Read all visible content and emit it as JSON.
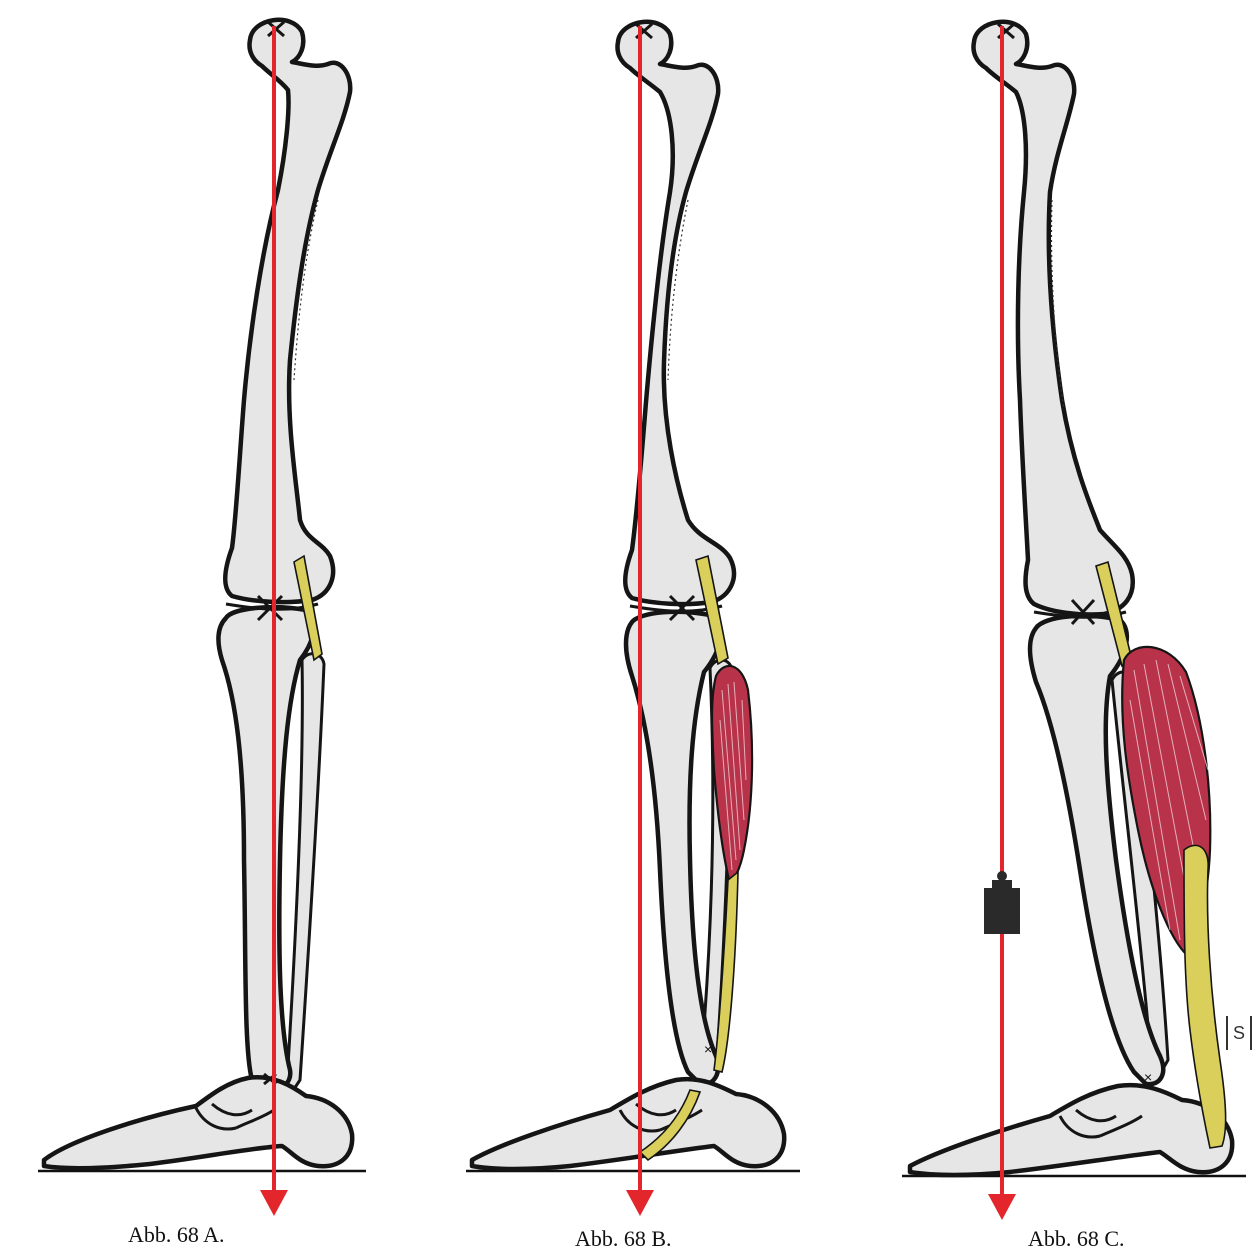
{
  "figures": [
    {
      "id": "a",
      "caption": "Abb. 68 A."
    },
    {
      "id": "b",
      "caption": "Abb. 68 B."
    },
    {
      "id": "c",
      "caption": "Abb. 68 C."
    }
  ],
  "signature": "S",
  "colors": {
    "bone_fill": "#e6e6e6",
    "outline": "#151515",
    "gravity_line": "#e2262b",
    "muscle": "#b8324a",
    "tendon": "#d9cf5a",
    "weight": "#2a2a2a"
  }
}
